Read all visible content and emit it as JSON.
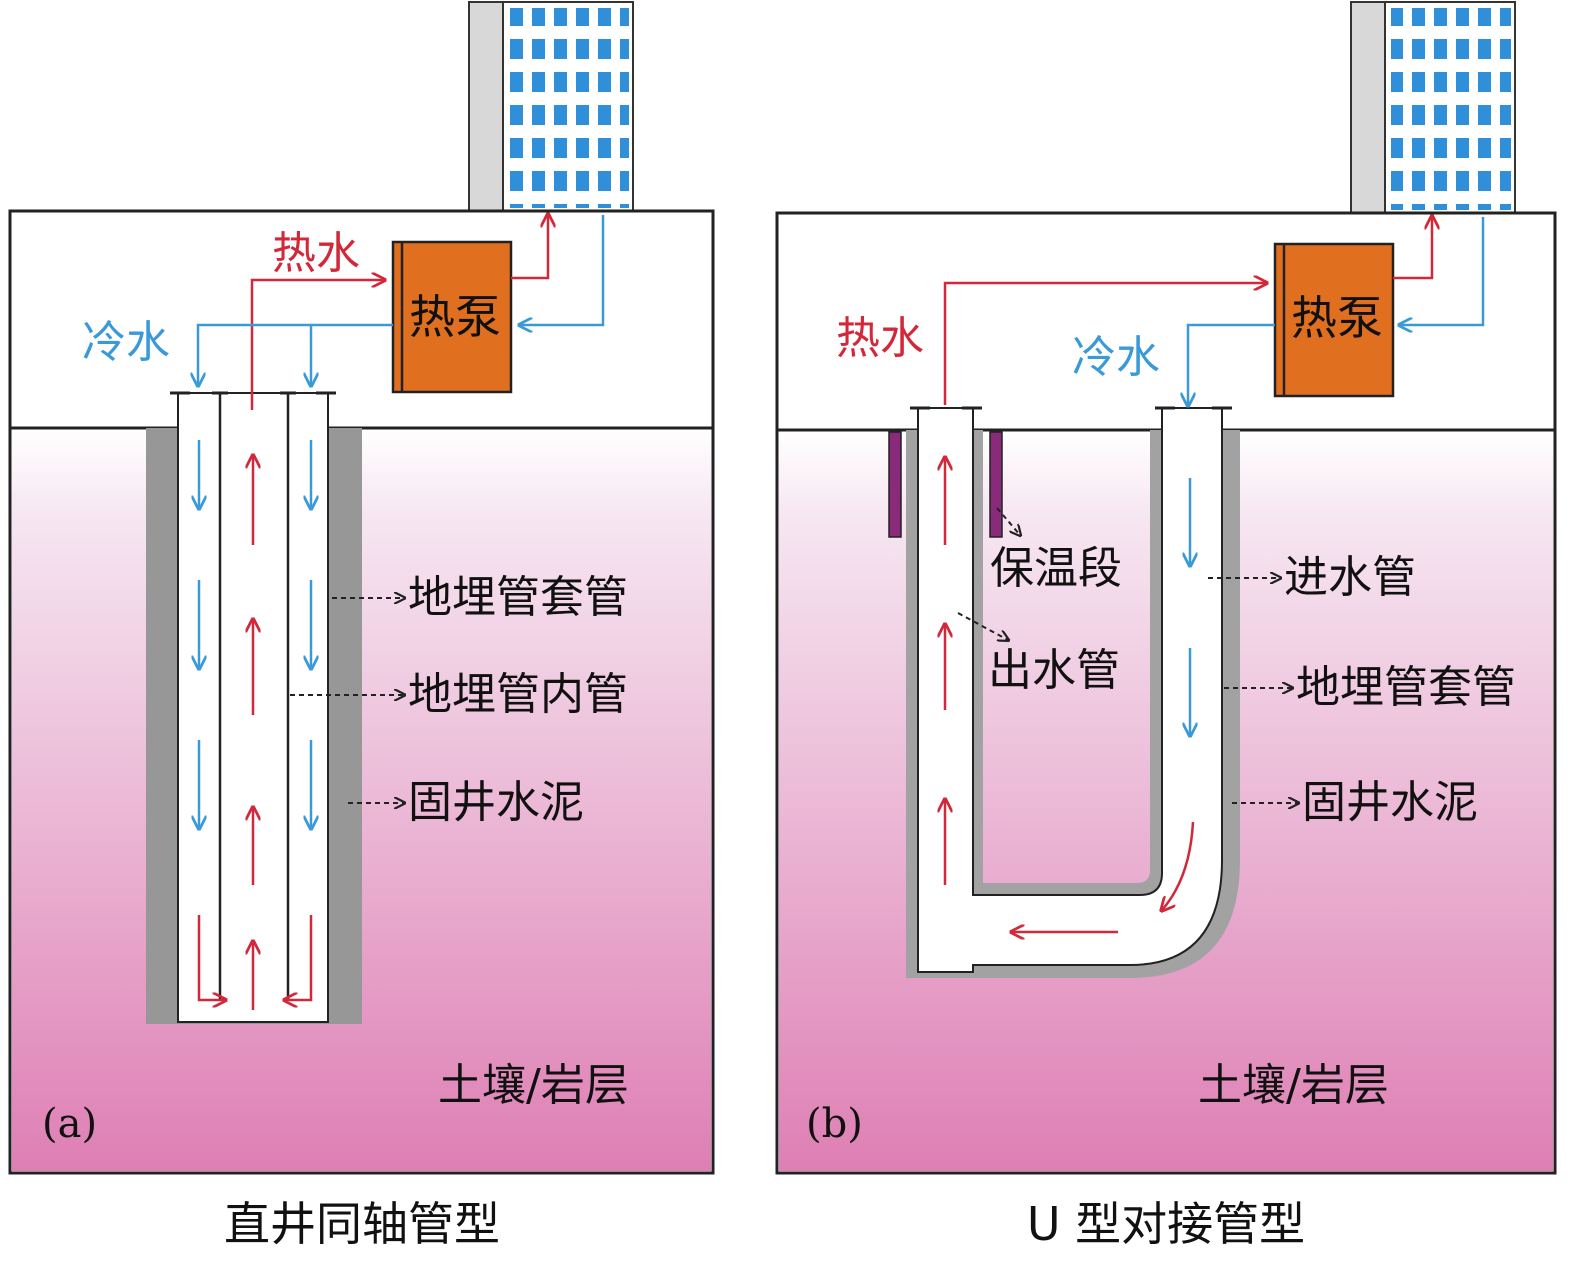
{
  "panel_a": {
    "tag": "(a)",
    "caption": "直井同轴管型",
    "hot_water": "热水",
    "cold_water": "冷水",
    "heat_pump": "热泵",
    "outer_casing": "地埋管套管",
    "inner_pipe": "地埋管内管",
    "cement": "固井水泥",
    "soil": "土壤/岩层"
  },
  "panel_b": {
    "tag": "(b)",
    "caption": "U 型对接管型",
    "hot_water": "热水",
    "cold_water": "冷水",
    "heat_pump": "热泵",
    "insulation": "保温段",
    "outlet_pipe": "出水管",
    "inlet_pipe": "进水管",
    "outer_casing": "地埋管套管",
    "cement": "固井水泥",
    "soil": "土壤/岩层"
  },
  "colors": {
    "hot": "#d2283a",
    "cold": "#3a9ad8",
    "pump": "#e07020",
    "cement": "#9a9a9a",
    "insulation": "#8a2a7a",
    "window": "#2f8fd8"
  }
}
